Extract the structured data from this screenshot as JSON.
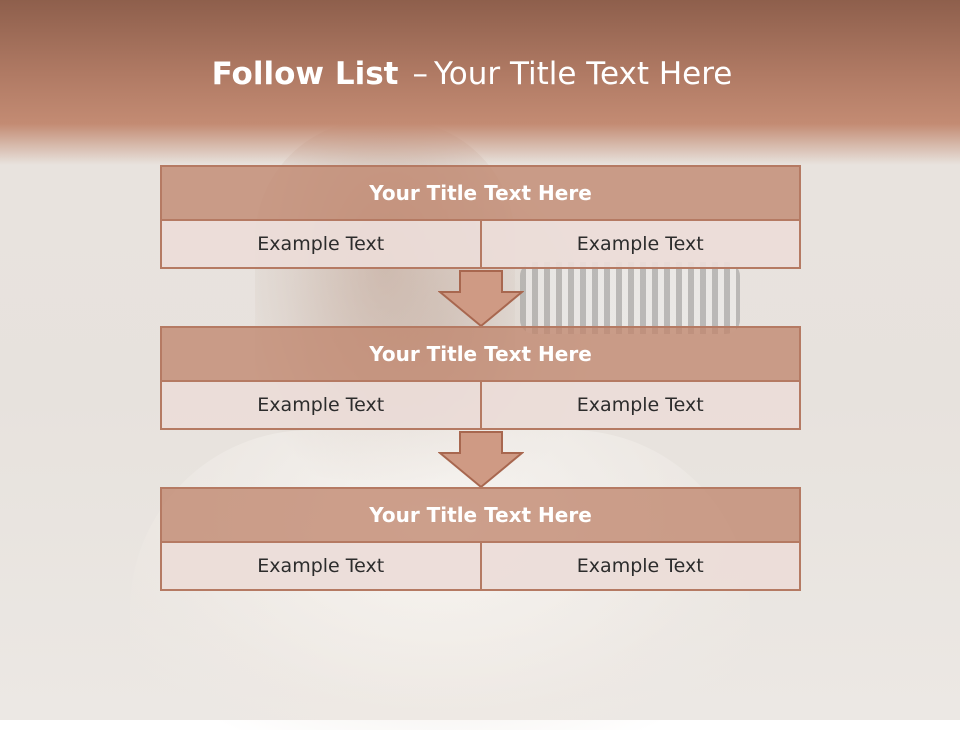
{
  "slide": {
    "title_bold": "Follow List",
    "title_sep": "–",
    "title_rest": "Your Title Text Here"
  },
  "blocks": [
    {
      "title": "Your Title Text Here",
      "left": "Example Text",
      "right": "Example Text"
    },
    {
      "title": "Your Title Text Here",
      "left": "Example Text",
      "right": "Example Text"
    },
    {
      "title": "Your Title Text Here",
      "left": "Example Text",
      "right": "Example Text"
    }
  ],
  "colors": {
    "header": "#b07a64",
    "block_title": "#c0866e",
    "block_border": "#b57a63",
    "cell": "#ecdcd8",
    "arrow_fill": "#cf9a84"
  }
}
